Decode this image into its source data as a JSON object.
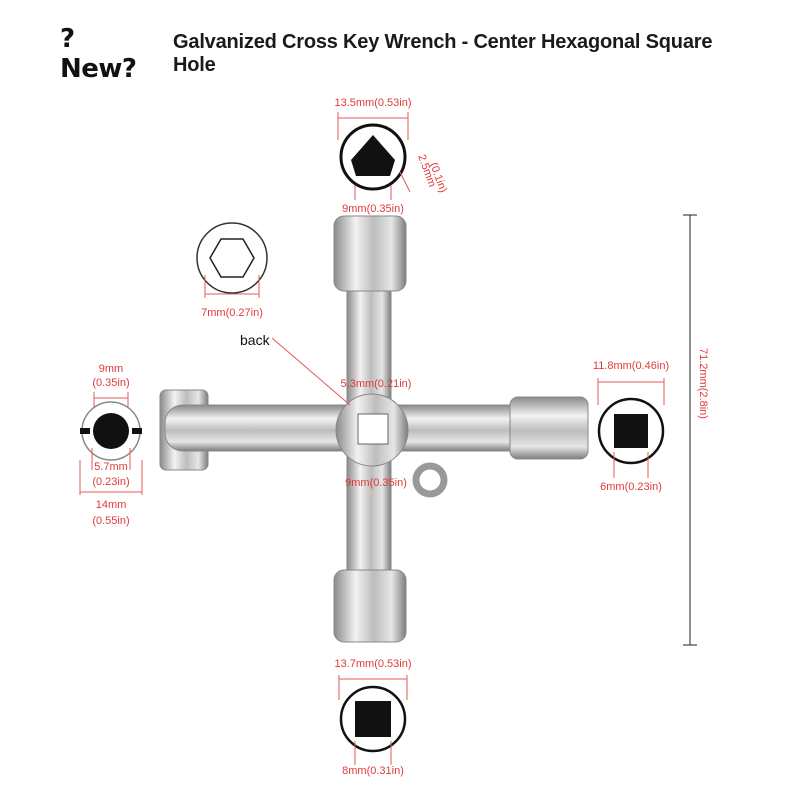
{
  "header": {
    "badge": "?New?",
    "title": "Galvanized Cross Key Wrench - Center Hexagonal Square Hole"
  },
  "labels": {
    "back": "back"
  },
  "dimensions": {
    "top_triangle_width": "13.5mm(0.53in)",
    "top_triangle_inner": "9mm(0.35in)",
    "top_triangle_side": "2.5mm",
    "top_triangle_side_in": "(0.1in)",
    "hexagon_width": "7mm(0.27in)",
    "center_square": "5.3mm(0.21in)",
    "center_outer": "9mm(0.35in)",
    "left_top_mm": "9mm",
    "left_top_in": "(0.35in)",
    "left_inner_mm": "5.7mm",
    "left_inner_in": "(0.23in)",
    "left_outer_mm": "14mm",
    "left_outer_in": "(0.55in)",
    "right_outer": "11.8mm(0.46in)",
    "right_inner": "6mm(0.23in)",
    "height": "71.2mm(2.8in)",
    "bottom_outer": "13.7mm(0.53in)",
    "bottom_inner": "8mm(0.31in)"
  },
  "colors": {
    "dimension": "#e03a3a",
    "steel": "#c8c8c8",
    "icon": "#111111"
  }
}
